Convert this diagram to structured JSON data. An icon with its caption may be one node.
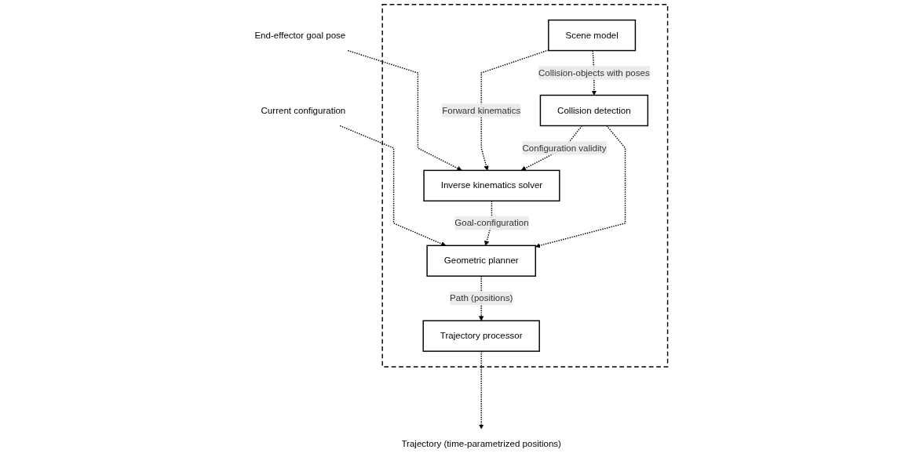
{
  "diagram": {
    "nodes": [
      {
        "text": [],
        "shape": "box"
      },
      {
        "text": [
          "Current configuration"
        ]
      },
      {
        "text": [
          "End-effector goal pose"
        ]
      },
      {
        "text": [
          "Inverse kinematics solver"
        ],
        "in": 0
      },
      {
        "text": [
          "Scene model"
        ],
        "in": 0
      },
      {
        "text": [
          "Geometric planner"
        ],
        "in": 0
      },
      {
        "text": [
          "Trajectory processor"
        ],
        "in": 0
      },
      {
        "text": [
          "Collision detection"
        ],
        "in": 0
      },
      {
        "text": [
          "Trajectory (time-parametrized positions)"
        ]
      }
    ],
    "edges": [
      {
        "from": 1,
        "to": 5,
        "arrow": "to",
        "style": "dashed"
      },
      {
        "from": 2,
        "to": 3,
        "arrow": "to",
        "style": "dashed"
      },
      {
        "from": 4,
        "to": 3,
        "arrow": "to",
        "style": "dashed",
        "label": "Forward kinematics"
      },
      {
        "from": 3,
        "to": 5,
        "arrow": "to",
        "style": "dashed",
        "label": "Goal-configuration"
      },
      {
        "from": 4,
        "to": 7,
        "arrow": "to",
        "style": "dashed",
        "label": "Collision-objects with poses"
      },
      {
        "from": 7,
        "to": 3,
        "arrow": "to",
        "style": "dashed",
        "label": "Configuration validity"
      },
      {
        "from": 7,
        "to": 5,
        "arrow": "to",
        "style": "dashed"
      },
      {
        "from": 5,
        "to": 6,
        "arrow": "to",
        "style": "dashed",
        "label": "Path (positions)"
      },
      {
        "from": 6,
        "to": 8,
        "arrow": "to",
        "style": "dashed"
      }
    ]
  }
}
